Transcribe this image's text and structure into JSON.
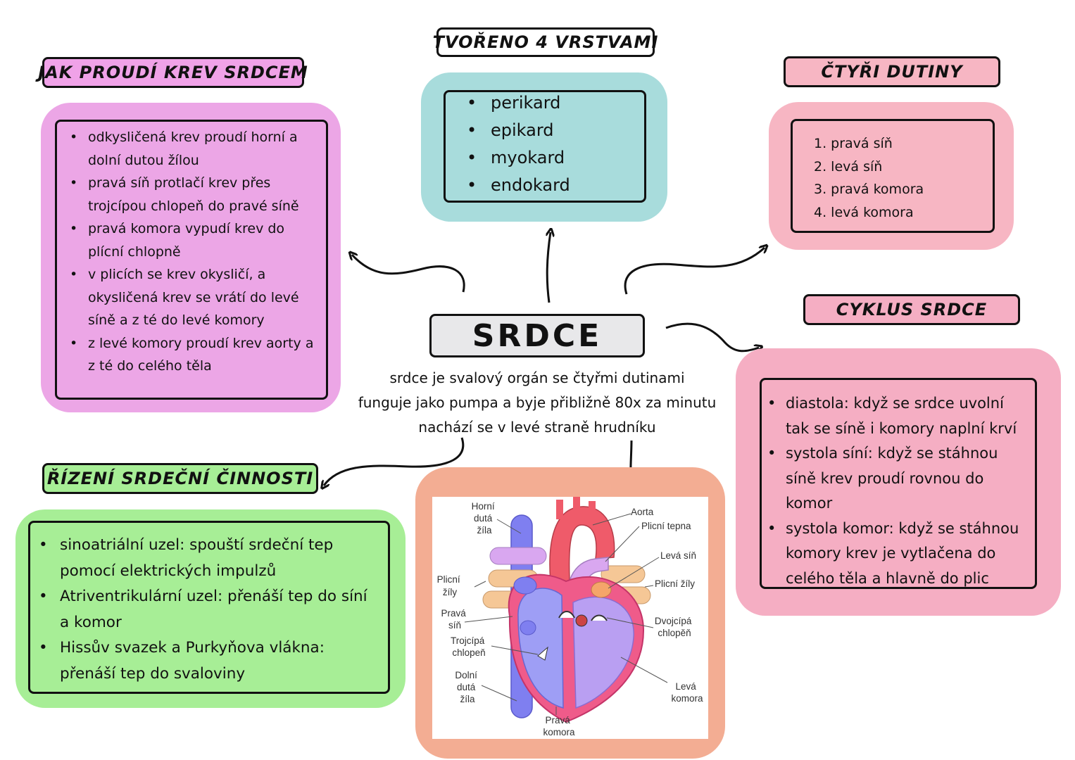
{
  "center": {
    "title": "SRDCE",
    "description": [
      "srdce je svalový orgán se čtyřmi dutinami",
      "funguje jako pumpa a byje přibližně 80x za minutu",
      "nachází se v levé straně hrudníku"
    ]
  },
  "blood_flow": {
    "title": "JAK PROUDÍ KREV SRDCEM",
    "items": [
      "odkysličená krev proudí horní a dolní dutou žílou",
      "pravá síň protlačí krev přes trojcípou chlopeň do pravé síně",
      "pravá komora vypudí krev do plícní chlopně",
      "v plicích se krev okysličí, a okysličená krev se vrátí do levé síně a z té do levé komory",
      "z levé komory proudí krev aorty a z té do celého těla"
    ]
  },
  "layers": {
    "title": "TVOŘENO 4 VRSTVAMI",
    "items": [
      "perikard",
      "epikard",
      "myokard",
      "endokard"
    ]
  },
  "chambers": {
    "title": "ČTYŘI DUTINY",
    "items": [
      "1. pravá síň",
      "2. levá síň",
      "3. pravá komora",
      "4. levá komora"
    ]
  },
  "cycle": {
    "title": "CYKLUS SRDCE",
    "items": [
      "diastola: když se srdce uvolní tak se síně i komory naplní krví",
      "systola síní: když se stáhnou síně krev proudí rovnou do komor",
      "systola komor: když se stáhnou komory krev je vytlačena do celého těla a hlavně do plic"
    ]
  },
  "control": {
    "title": "ŘÍZENÍ SRDEČNÍ ČINNOSTI",
    "items": [
      "sinoatriální uzel: spouští srdeční tep pomocí elektrických impulzů",
      "Atriventrikulární uzel: přenáší tep do síní a komor",
      "Hissův svazek a Purkyňova vlákna: přenáší tep do svaloviny"
    ]
  },
  "heart_diagram": {
    "labels": {
      "horni_duta_zila": [
        "Horní",
        "dutá",
        "žíla"
      ],
      "aorta": "Aorta",
      "plicni_tepna": "Plicní tepna",
      "leva_sin": "Levá síň",
      "plicni_zily_left": [
        "Plicní",
        "žíly"
      ],
      "plicni_zily_right": "Plicní žíly",
      "prava_sin": [
        "Pravá",
        "síň"
      ],
      "trojcipa": [
        "Trojcípá",
        "chlopeň"
      ],
      "dvojcipa": [
        "Dvojcípá",
        "chlopěň"
      ],
      "dolni_duta_zila": [
        "Dolní",
        "dutá",
        "žíla"
      ],
      "leva_komora": [
        "Levá",
        "komora"
      ],
      "prava_komora": [
        "Pravá",
        "komora"
      ]
    }
  },
  "colors": {
    "blood_flow_panel": "#eca6e6",
    "blood_flow_pill": "#f0a2e8",
    "layers_panel": "#a8dcdc",
    "chambers_panel": "#f7b6c3",
    "cycle_panel": "#f5aec3",
    "control_panel": "#a7ee96",
    "heart_panel": "#f3ad93"
  }
}
